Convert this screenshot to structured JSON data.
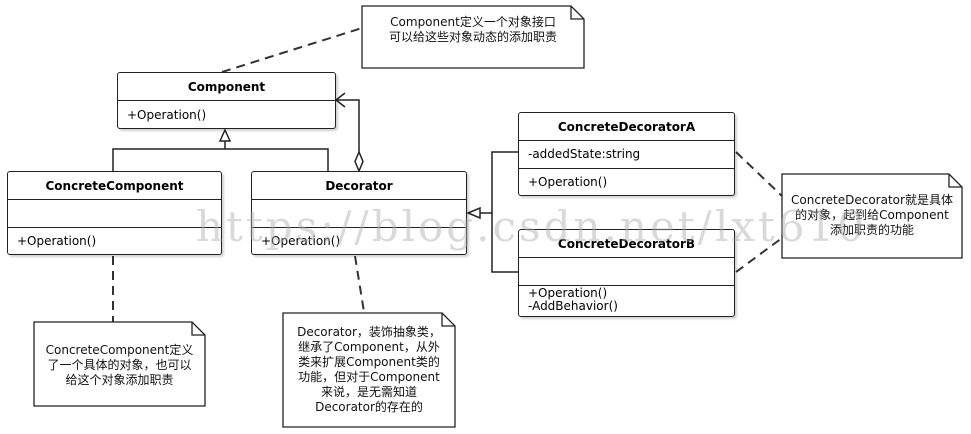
{
  "classes": {
    "component": {
      "name": "Component",
      "operations": "+Operation()"
    },
    "concrete_component": {
      "name": "ConcreteComponent",
      "operations": "+Operation()"
    },
    "decorator": {
      "name": "Decorator",
      "operations": "+Operation()"
    },
    "concrete_decorator_a": {
      "name": "ConcreteDecoratorA",
      "attributes": "-addedState:string",
      "operations": "+Operation()"
    },
    "concrete_decorator_b": {
      "name": "ConcreteDecoratorB",
      "operations": [
        "+Operation()",
        "-AddBehavior()"
      ]
    }
  },
  "notes": {
    "component": "Component定义一个对象接口\n可以给这些对象动态的添加职责",
    "concrete_component": "ConcreteComponent定义\n了一个具体的对象，也可以\n给这个对象添加职责",
    "decorator": "Decorator，装饰抽象类，\n继承了Component，从外\n类来扩展Component类的\n功能，但对于Component\n来说，是无需知道\nDecorator的存在的",
    "concrete_decorator": "ConcreteDecorator就是具体\n的对象，起到给Component\n添加职责的功能"
  },
  "watermark": "https://blog.csdn.net/lxt610"
}
